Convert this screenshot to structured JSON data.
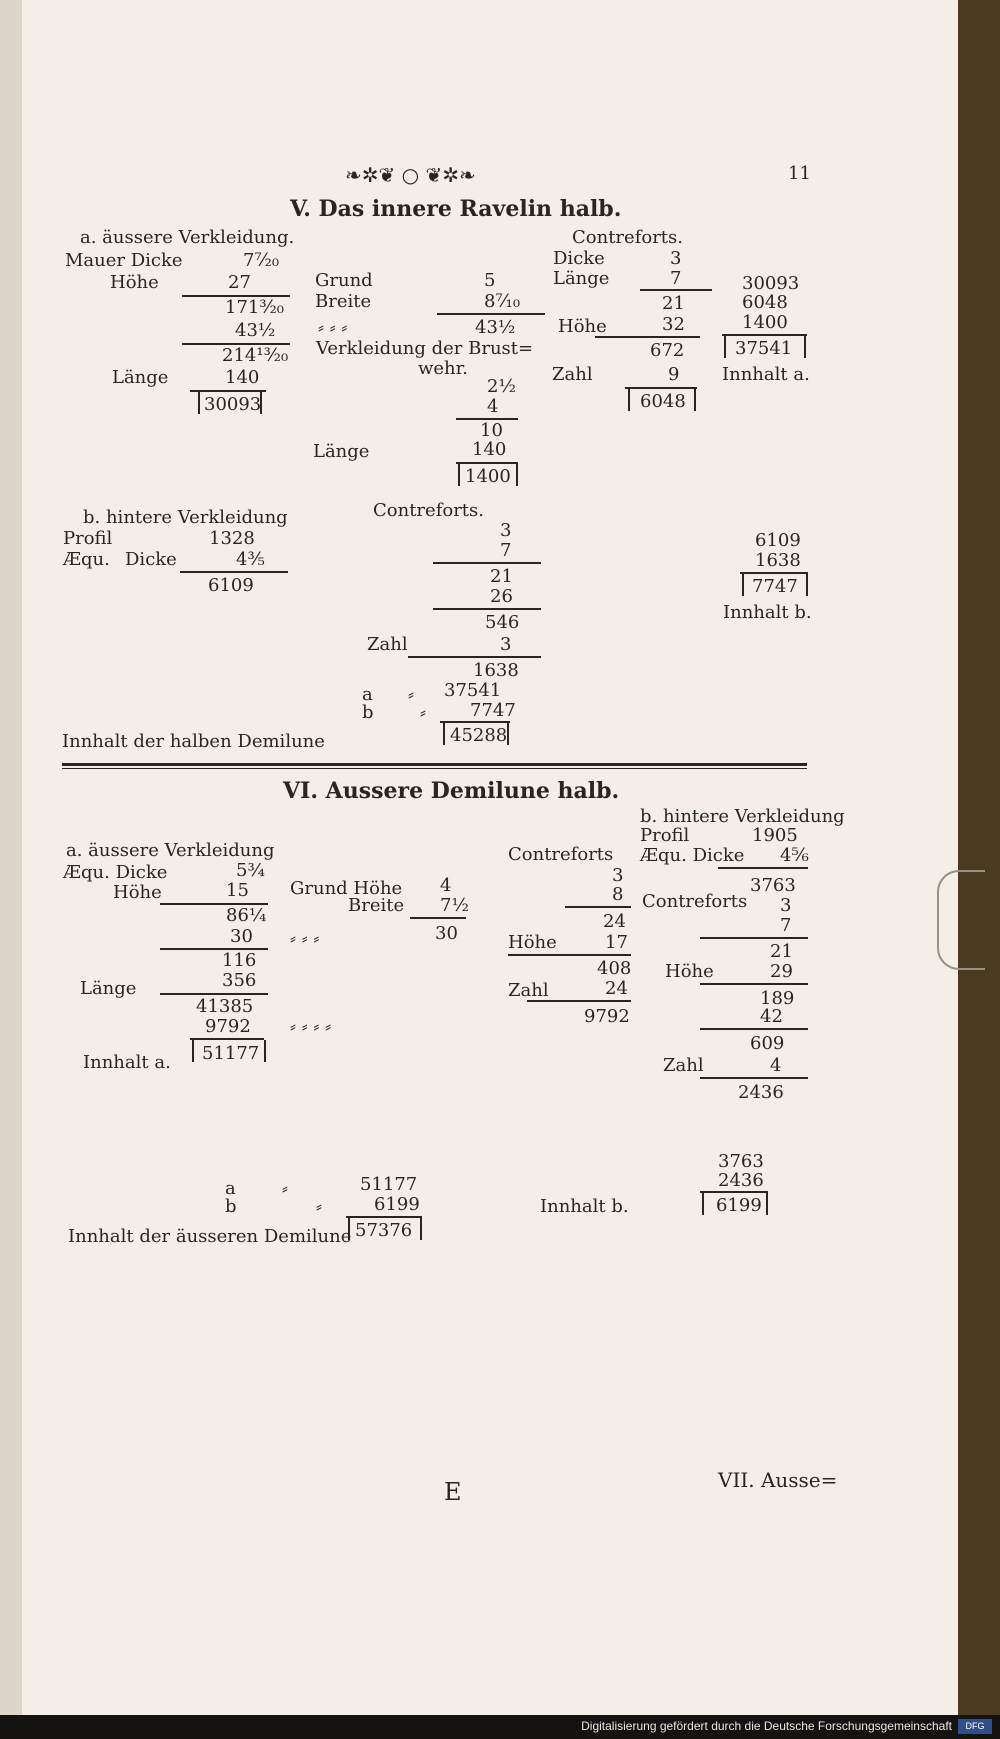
{
  "page": {
    "ornament": "❧✲❦ ○ ❦✲❧",
    "page_number": "11",
    "catchword": "VII. Ausse=",
    "signature": "E",
    "footer_text": "Digitalisierung gefördert durch die Deutsche Forschungsgemeinschaft",
    "footer_logo": "DFG"
  },
  "section5": {
    "heading": "V. Das innere Ravelin halb.",
    "outer": {
      "label": "a. äussere Verkleidung.",
      "wall_thickness_label": "Mauer Dicke",
      "wall_thickness": "7⁷⁄₂₀",
      "height_label": "Höhe",
      "height": "27",
      "product1": "171³⁄₂₀",
      "add1": "43½",
      "sum1": "214¹³⁄₂₀",
      "length_label": "Länge",
      "length": "140",
      "result": "30093"
    },
    "base": {
      "ground_label": "Grund",
      "ground": "5",
      "width_label": "Breite",
      "width": "8⁷⁄₁₀",
      "dots": "⸗ ⸗ ⸗",
      "product": "43½"
    },
    "parapet": {
      "label": "Verkleidung der Brust=",
      "label2": "wehr.",
      "v1": "2½",
      "v2": "4",
      "product": "10",
      "length_label": "Länge",
      "length": "140",
      "result": "1400"
    },
    "contreforts": {
      "label": "Contreforts.",
      "thickness_label": "Dicke",
      "thickness": "3",
      "length_label": "Länge",
      "length": "7",
      "product1": "21",
      "height_label": "Höhe",
      "height": "32",
      "product2": "672",
      "count_label": "Zahl",
      "count": "9",
      "result": "6048"
    },
    "sum_a": {
      "v1": "30093",
      "v2": "6048",
      "v3": "1400",
      "result": "37541",
      "label": "Innhalt a."
    },
    "rear": {
      "label": "b. hintere Verkleidung",
      "profile_label": "Profil",
      "profile": "1328",
      "equ_label": "Æqu.",
      "thickness_label": "Dicke",
      "thickness": "4³⁄₅",
      "result": "6109"
    },
    "rear_contreforts": {
      "label": "Contreforts.",
      "v1": "3",
      "v2": "7",
      "p1": "21",
      "v3": "26",
      "p2": "546",
      "count_label": "Zahl",
      "count": "3",
      "result": "1638"
    },
    "sum_b": {
      "v1": "6109",
      "v2": "1638",
      "result": "7747",
      "label": "Innhalt b."
    },
    "total": {
      "a_label": "a",
      "b_label": "b",
      "dots": "⸗",
      "a": "37541",
      "b": "7747",
      "result": "45288",
      "label": "Innhalt der halben Demilune"
    }
  },
  "section6": {
    "heading": "VI. Aussere Demilune halb.",
    "outer": {
      "label": "a. äussere Verkleidung",
      "equ_label": "Æqu. Dicke",
      "thickness": "5¾",
      "height_label": "Höhe",
      "height": "15",
      "p1": "86¼",
      "add1": "30",
      "s1": "116",
      "length_label": "Länge",
      "length": "356",
      "p2": "41385",
      "add2": "9792",
      "result": "51177",
      "label_result": "Innhalt a."
    },
    "base": {
      "label": "Grund Höhe",
      "height": "4",
      "width_label": "Breite",
      "width": "7½",
      "dots": "⸗ ⸗ ⸗",
      "product": "30",
      "dots2": "⸗ ⸗ ⸗ ⸗"
    },
    "contreforts": {
      "label": "Contreforts",
      "v1": "3",
      "v2": "8",
      "p1": "24",
      "height_label": "Höhe",
      "height": "17",
      "p2": "408",
      "count_label": "Zahl",
      "count": "24",
      "result": "9792"
    },
    "rear": {
      "label": "b. hintere Verkleidung",
      "profile_label": "Profil",
      "profile": "1905",
      "equ_label": "Æqu. Dicke",
      "thickness": "4⁵⁄₆",
      "result": "3763",
      "contreforts_label": "Contreforts",
      "v1": "3",
      "v2": "7",
      "p1": "21",
      "height_label": "Höhe",
      "height": "29",
      "p2": "189",
      "p3": "42",
      "p4": "609",
      "count_label": "Zahl",
      "count": "4",
      "result2": "2436"
    },
    "sum_b": {
      "v1": "3763",
      "v2": "2436",
      "result": "6199",
      "label": "Innhalt b."
    },
    "total": {
      "a_label": "a",
      "b_label": "b",
      "dots": "⸗",
      "a": "51177",
      "b": "6199",
      "result": "57376",
      "label": "Innhalt der äusseren Demilune"
    }
  }
}
